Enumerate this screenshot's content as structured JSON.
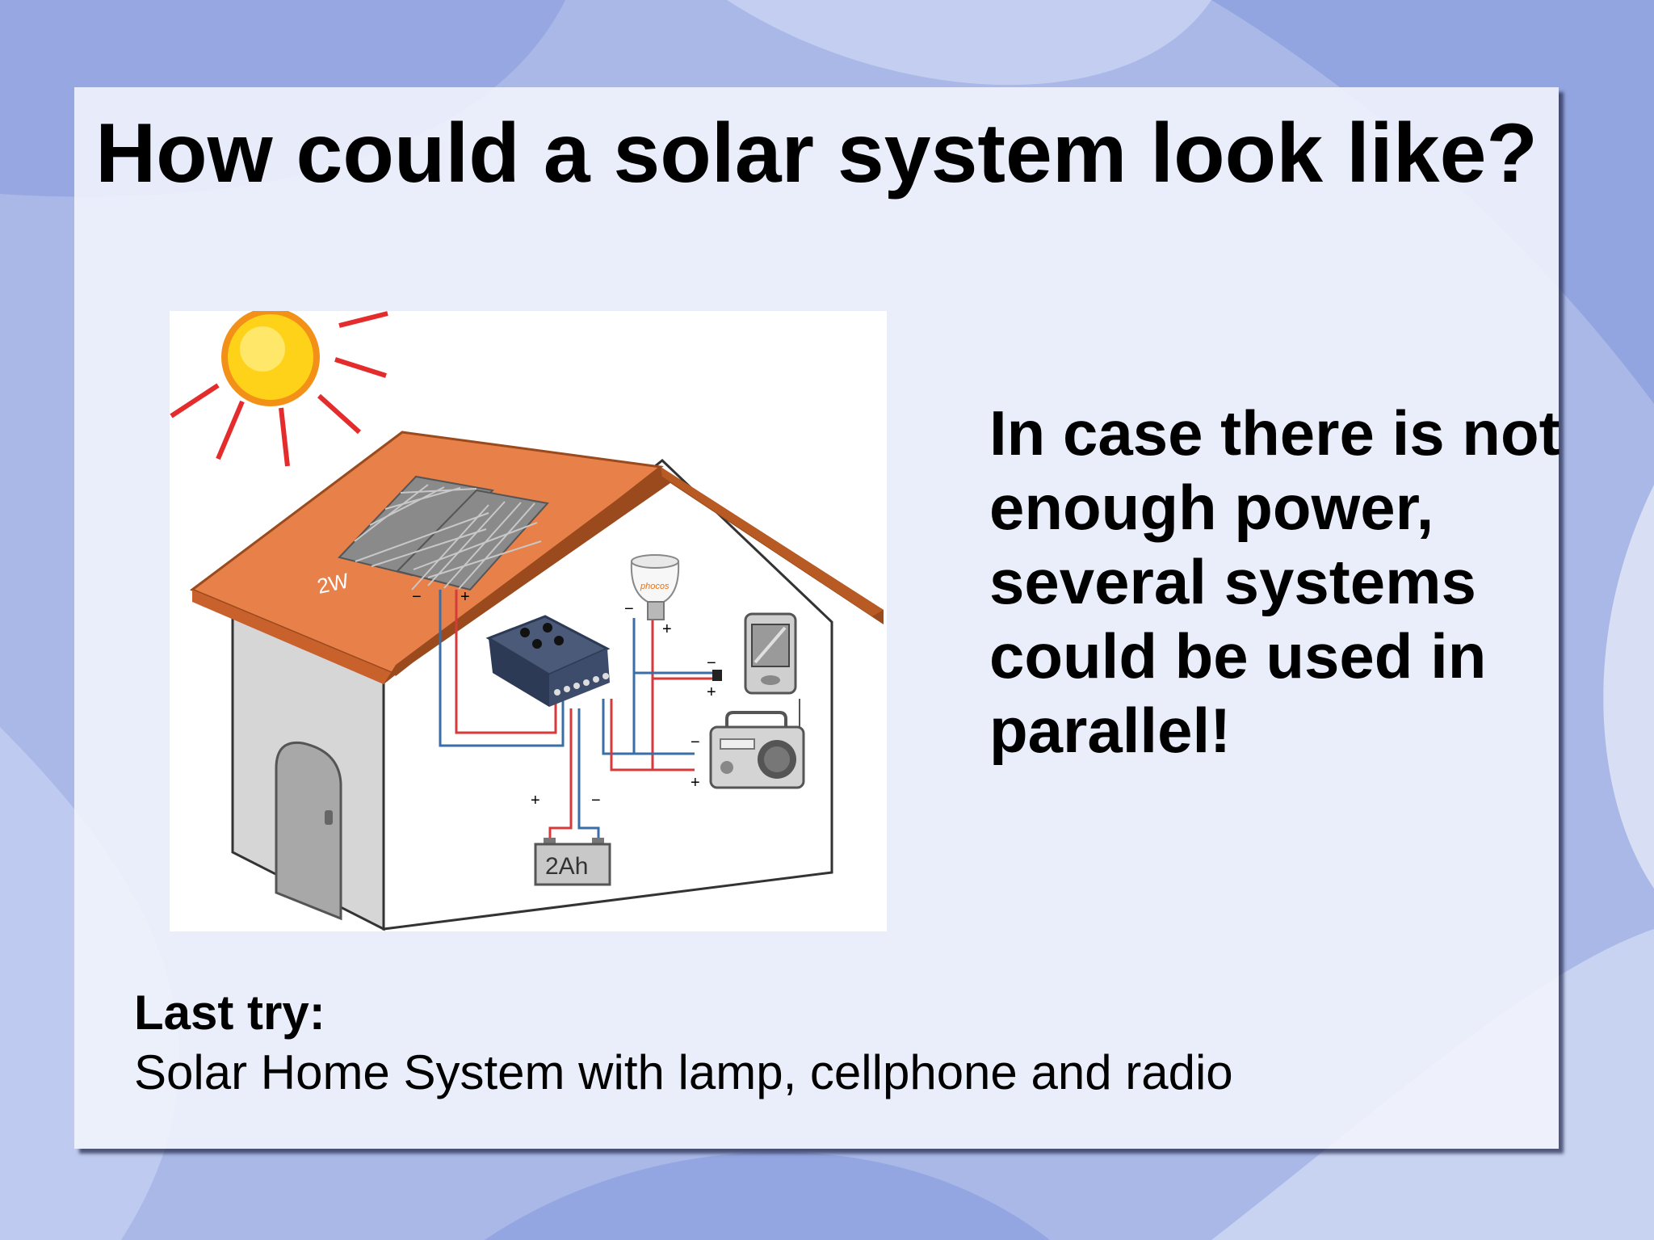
{
  "slide": {
    "title": "How could a solar system look like?",
    "side_text": "In case there is not enough power, several systems could be used in parallel!",
    "caption_heading": "Last try:",
    "caption_text": "Solar Home System with lamp, cellphone and radio"
  },
  "illustration": {
    "panel_label": "2W",
    "battery_label": "2Ah",
    "lamp_brand": "phocos",
    "minus_sign": "−",
    "plus_sign": "+",
    "colors": {
      "roof": "#e8804a",
      "roof_edge": "#9a4a1c",
      "sun_core": "#ffd21a",
      "sun_edge": "#f29018",
      "sun_rays": "#e52c2c",
      "wire_positive": "#d63a3a",
      "wire_negative": "#3a6ea8",
      "wall": "#ffffff",
      "wall_shade": "#d8d8d8"
    },
    "icons": [
      "sun-icon",
      "solar-panel-icon",
      "charge-controller-icon",
      "lamp-icon",
      "cellphone-icon",
      "radio-icon",
      "battery-icon",
      "door-icon"
    ]
  }
}
